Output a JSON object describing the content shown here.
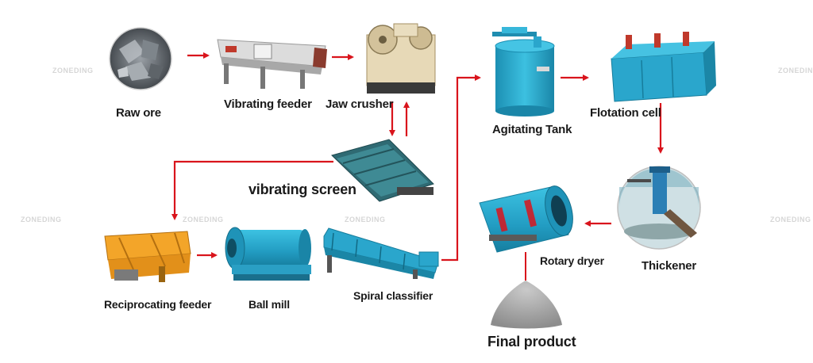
{
  "watermark": "ZONEDING",
  "accent_color": "#d9141c",
  "equipment_color": "#27a6c9",
  "steps": {
    "raw_ore": "Raw ore",
    "vibrating_feeder": "Vibrating feeder",
    "jaw_crusher": "Jaw crusher",
    "vibrating_screen": "vibrating screen",
    "reciprocating_feeder": "Reciprocating feeder",
    "ball_mill": "Ball mill",
    "spiral_classifier": "Spiral classifier",
    "agitating_tank": "Agitating Tank",
    "flotation_cell": "Flotation cell",
    "thickener": "Thickener",
    "rotary_dryer": "Rotary dryer",
    "final_product": "Final product"
  }
}
